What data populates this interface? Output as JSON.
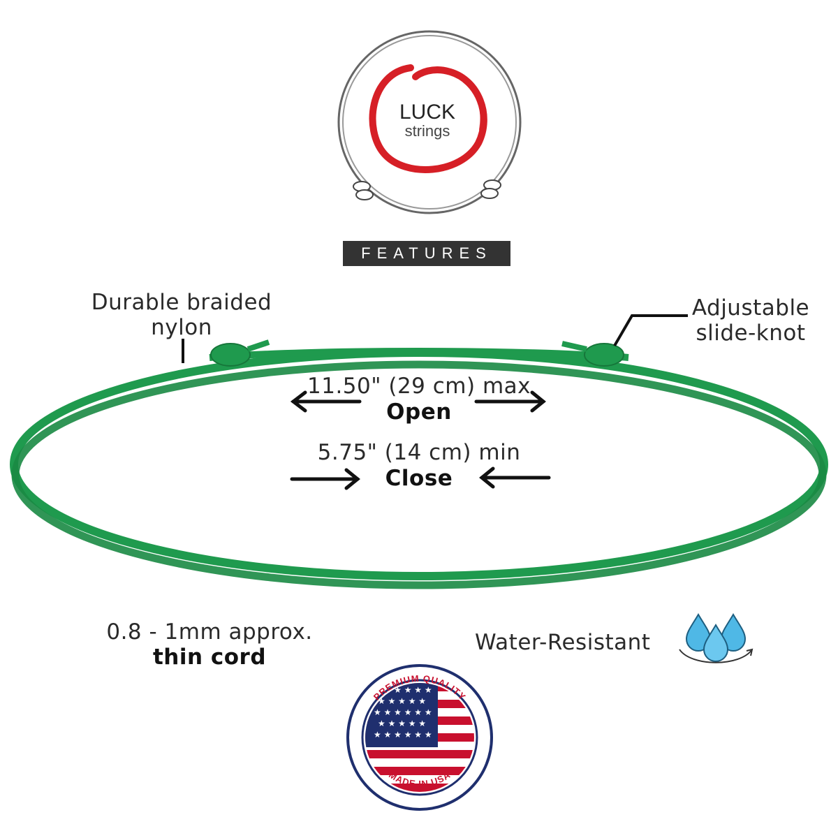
{
  "logo": {
    "line1": "LUCK",
    "line2": "strings"
  },
  "banner": {
    "text": "FEATURES"
  },
  "callouts": {
    "material_line1": "Durable braided",
    "material_line2": "nylon",
    "knot_line1": "Adjustable",
    "knot_line2": "slide-knot"
  },
  "sizes": {
    "open_measure": "11.50\" (29 cm) max",
    "open_label": "Open",
    "close_measure": "5.75\" (14 cm) min",
    "close_label": "Close"
  },
  "features": {
    "thickness_line1": "0.8 - 1mm approx.",
    "thickness_line2": "thin cord",
    "water": "Water-Resistant"
  },
  "badge": {
    "top_text": "PREMIUM QUALITY",
    "bottom_text": "MADE IN USA"
  },
  "colors": {
    "cord": "#1f9a4e",
    "logo_red": "#d61f26",
    "water_blue": "#4fb8e6",
    "banner_bg": "#333333"
  }
}
